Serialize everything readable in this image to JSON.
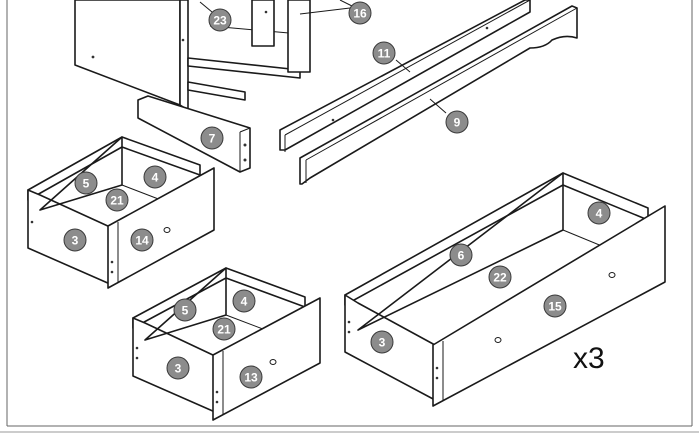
{
  "colors": {
    "badge_fill": "#8c8c8c",
    "line": "#1a1a1a",
    "frame": "#666666"
  },
  "parts": [
    {
      "id": "23",
      "label": "23"
    },
    {
      "id": "16",
      "label": "16"
    },
    {
      "id": "11",
      "label": "11"
    },
    {
      "id": "9",
      "label": "9"
    },
    {
      "id": "7",
      "label": "7"
    },
    {
      "id": "d1-5",
      "label": "5"
    },
    {
      "id": "d1-4",
      "label": "4"
    },
    {
      "id": "d1-21",
      "label": "21"
    },
    {
      "id": "d1-3",
      "label": "3"
    },
    {
      "id": "d1-14",
      "label": "14"
    },
    {
      "id": "d2-5",
      "label": "5"
    },
    {
      "id": "d2-4",
      "label": "4"
    },
    {
      "id": "d2-21",
      "label": "21"
    },
    {
      "id": "d2-3",
      "label": "3"
    },
    {
      "id": "d2-13",
      "label": "13"
    },
    {
      "id": "d3-6",
      "label": "6"
    },
    {
      "id": "d3-4",
      "label": "4"
    },
    {
      "id": "d3-22",
      "label": "22"
    },
    {
      "id": "d3-15",
      "label": "15"
    },
    {
      "id": "d3-3",
      "label": "3"
    }
  ],
  "quantity_label": "x3"
}
